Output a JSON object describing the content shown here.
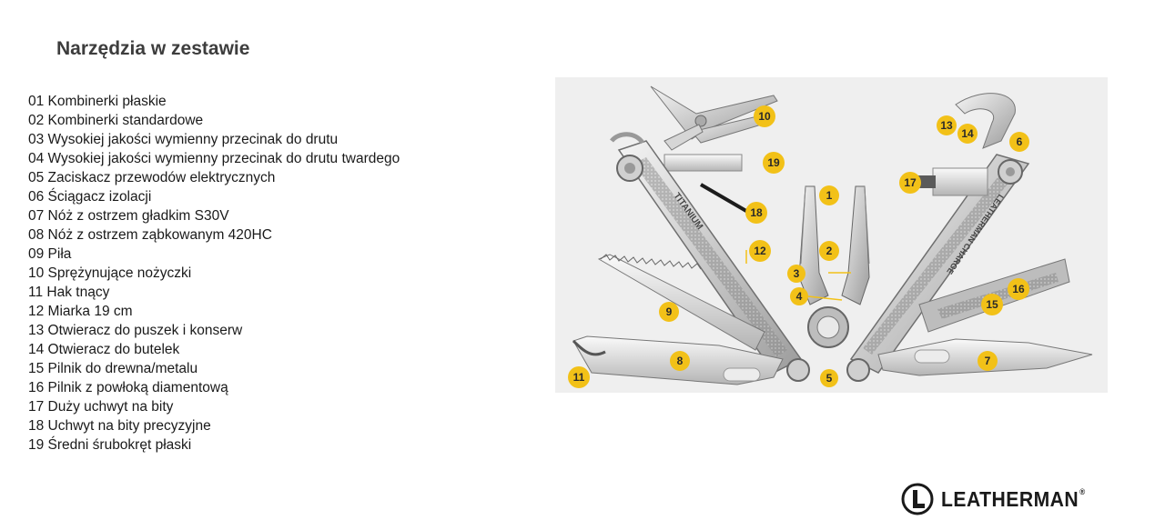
{
  "title": "Narzędzia w zestawie",
  "tools": [
    "01 Kombinerki płaskie",
    "02 Kombinerki standardowe",
    "03 Wysokiej jakości wymienny przecinak do drutu",
    "04 Wysokiej jakości wymienny przecinak do drutu twardego",
    "05 Zaciskacz przewodów elektrycznych",
    "06 Ściągacz izolacji",
    "07 Nóż z ostrzem gładkim S30V",
    "08 Nóż z ostrzem ząbkowanym 420HC",
    "09 Piła",
    "10 Sprężynujące nożyczki",
    "11 Hak tnący",
    "12 Miarka 19 cm",
    "13 Otwieracz do puszek i konserw",
    "14 Otwieracz do butelek",
    "15 Pilnik do drewna/metalu",
    "16 Pilnik z powłoką diamentową",
    "17 Duży uchwyt na bity",
    "18 Uchwyt na bity precyzyjne",
    "19 Średni śrubokręt płaski"
  ],
  "figure": {
    "handle_left_engraving": "TITANIUM",
    "handle_right_engraving": "LEATHERMAN CHARGE",
    "badges": [
      "1",
      "2",
      "3",
      "4",
      "5",
      "6",
      "7",
      "8",
      "9",
      "10",
      "11",
      "12",
      "13",
      "14",
      "15",
      "16",
      "17",
      "18",
      "19"
    ],
    "badge_color": "#f2c118"
  },
  "logo": {
    "text": "LEATHERMAN",
    "reg": "®",
    "icon": "leatherman-logo-icon"
  }
}
